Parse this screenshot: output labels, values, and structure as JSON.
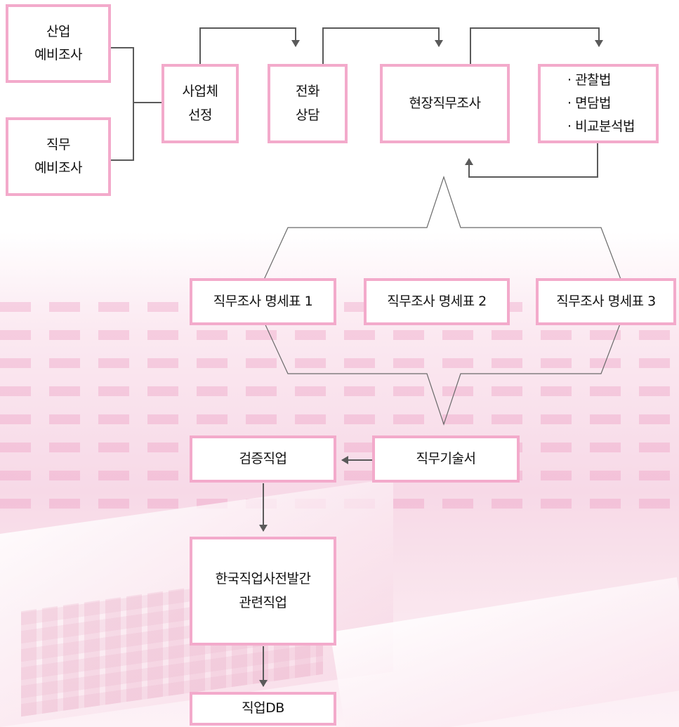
{
  "colors": {
    "box_border": "#f3aacb",
    "arrow": "#5a5a5a",
    "background_tint": "#f7d9e7"
  },
  "nodes": {
    "industry_prelim": {
      "line1": "산업",
      "line2": "예비조사"
    },
    "job_prelim": {
      "line1": "직무",
      "line2": "예비조사"
    },
    "company_select": {
      "line1": "사업체",
      "line2": "선정"
    },
    "phone_consult": {
      "line1": "전화",
      "line2": "상담"
    },
    "field_survey": {
      "label": "현장직무조사"
    },
    "methods": {
      "items": [
        "· 관찰법",
        "· 면담법",
        "· 비교분석법"
      ]
    },
    "specs": [
      {
        "label": "직무조사 명세표 1"
      },
      {
        "label": "직무조사 명세표 2"
      },
      {
        "label": "직무조사 명세표 3"
      }
    ],
    "job_description": {
      "label": "직무기술서"
    },
    "verify_job": {
      "label": "검증직업"
    },
    "dictionary_jobs": {
      "line1": "한국직업사전발간",
      "line2": "관련직업"
    },
    "job_db": {
      "label": "직업DB"
    }
  }
}
